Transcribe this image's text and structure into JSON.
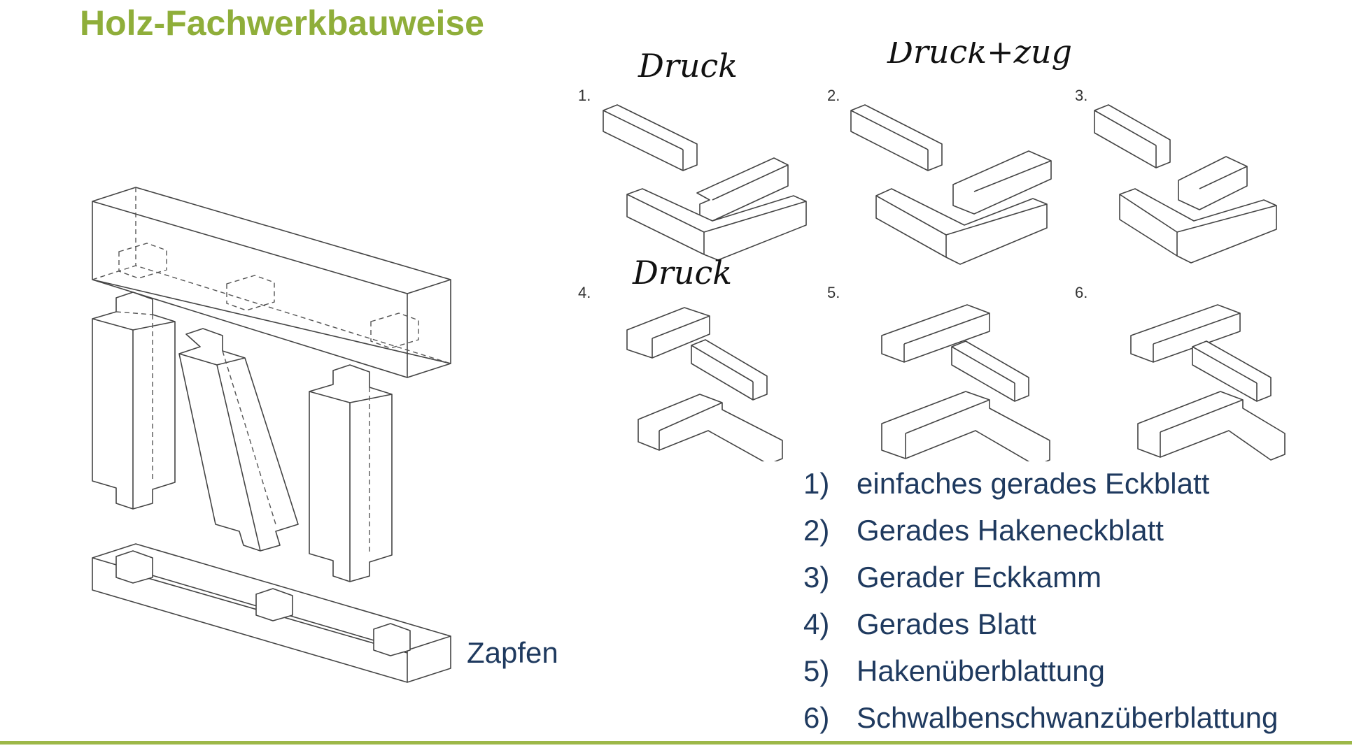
{
  "slide": {
    "title": "Holz-Fachwerkbauweise",
    "frame_label": "Zapfen"
  },
  "joint_panels": [
    {
      "number": "1.",
      "handwritten": "Druck"
    },
    {
      "number": "2.",
      "handwritten": "Druck+zug"
    },
    {
      "number": "3.",
      "handwritten": ""
    },
    {
      "number": "4.",
      "handwritten": "Druck"
    },
    {
      "number": "5.",
      "handwritten": ""
    },
    {
      "number": "6.",
      "handwritten": ""
    }
  ],
  "legend": [
    {
      "num": "1)",
      "text": "einfaches gerades Eckblatt"
    },
    {
      "num": "2)",
      "text": "Gerades Hakeneckblatt"
    },
    {
      "num": "3)",
      "text": "Gerader Eckkamm"
    },
    {
      "num": "4)",
      "text": "Gerades Blatt"
    },
    {
      "num": "5)",
      "text": "Hakenüberblattung"
    },
    {
      "num": "6)",
      "text": "Schwalbenschwanzüberblattung"
    }
  ],
  "colors": {
    "title": "#8FAE3A",
    "text": "#1F3A5F",
    "accent_line": "#9DB848"
  }
}
